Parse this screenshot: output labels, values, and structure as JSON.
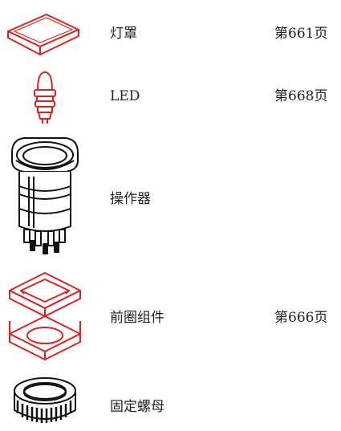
{
  "items": [
    {
      "label": "灯罩",
      "page": "第661页",
      "icon": "lamp-cap-icon",
      "color": "#e02020"
    },
    {
      "label": "LED",
      "page": "第668页",
      "icon": "led-bulb-icon",
      "color": "#e02020"
    },
    {
      "label": "操作器",
      "page": "",
      "icon": "operator-icon",
      "color": "#111111"
    },
    {
      "label": "前圈组件",
      "page": "第666页",
      "icon": "bezel-assembly-icon",
      "color": "#e02020"
    },
    {
      "label": "固定螺母",
      "page": "",
      "icon": "lock-nut-icon",
      "color": "#111111"
    }
  ]
}
